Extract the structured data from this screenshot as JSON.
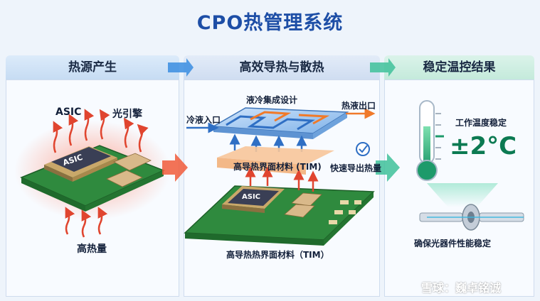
{
  "title": "CPO热管理系统",
  "sections": {
    "heat_source": "热源产生",
    "conduction": "高效导热与散热",
    "result": "稳定温控结果"
  },
  "left": {
    "asic_label": "ASIC",
    "optical_label": "光引擎",
    "chip_text": "ASIC",
    "heat_label": "高热量"
  },
  "middle": {
    "coldplate_label": "液冷集成设计",
    "coolant_in": "冷液入口",
    "hot_out": "热液出口",
    "tim_label": "高导热界面材料 (TIM)",
    "fast_label": "快速导出热量",
    "chip_text": "ASIC",
    "bottom_label": "高导热热界面材料（TIM）"
  },
  "right": {
    "stable_label": "工作温度稳定",
    "temp_value": "±2°C",
    "optical_label": "确保光器件性能稳定"
  },
  "watermark": "雪球：巍卓铭诚",
  "colors": {
    "title_blue": "#1d4ea6",
    "hdr_left": "#cfe3f7",
    "hdr_mid": "#d8e4f4",
    "hdr_right": "#cdeee2",
    "heat_red": "#e0452f",
    "cool_blue": "#3b86d8",
    "pcb_green": "#2f8a3e",
    "result_green": "#0c7a52"
  }
}
